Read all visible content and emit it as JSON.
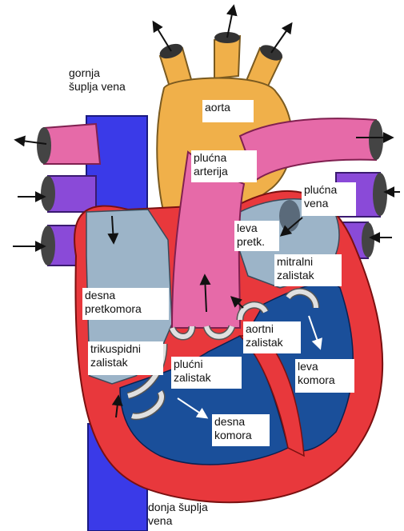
{
  "labels": {
    "superior_vena_cava": "gornja\nšuplja vena",
    "aorta": "aorta",
    "pulmonary_artery": "plućna\narterija",
    "pulmonary_vein": "plućna\nvena",
    "left_atrium": "leva\npretk.",
    "mitral_valve": "mitralni\nzalistak",
    "right_atrium": "desna\npretkomora",
    "aortic_valve": "aortni\nzalistak",
    "tricuspid_valve": "trikuspidni\nzalistak",
    "pulmonary_valve": "plućni\nzalistak",
    "left_ventricle": "leva\nkomora",
    "right_ventricle": "desna\nkomora",
    "inferior_vena_cava": "donja šuplja\nvena"
  },
  "colors": {
    "vena_cava": "#3a3ae8",
    "aorta": "#f0b04a",
    "pulmonary_artery": "#e66aa8",
    "pulmonary_vein": "#8a4ad8",
    "heart_wall": "#e8383c",
    "right_atrium_fill": "#9cb4c8",
    "ventricle_fill": "#1a4f9a",
    "valve": "#e0e0e0"
  }
}
